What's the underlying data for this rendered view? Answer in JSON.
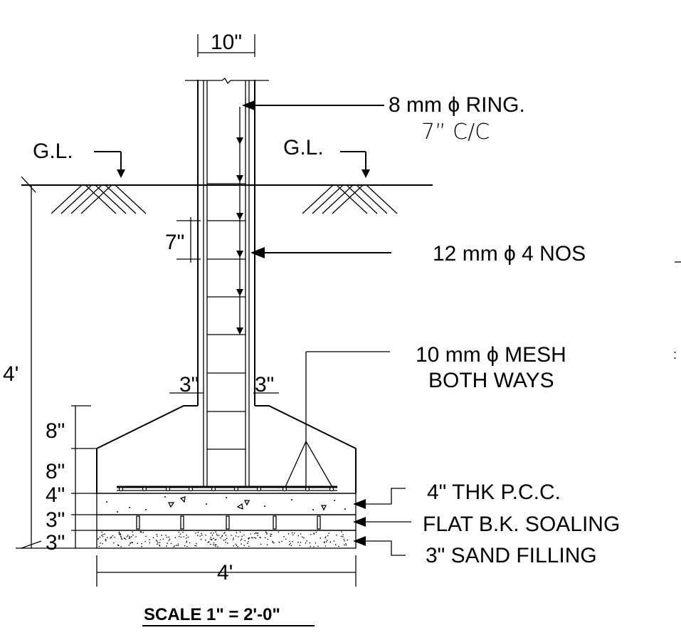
{
  "labels": {
    "ring": "8 mm ϕ RING.",
    "ring_spacing": "7”  C/C",
    "gl_left": "G.L.",
    "gl_right": "G.L.",
    "main_bars": "12 mm ϕ 4 NOS",
    "mesh_line1": "10 mm ϕ MESH",
    "mesh_line2": "BOTH WAYS",
    "pcc": "4\" THK P.C.C.",
    "soling": "FLAT B.K. SOALING",
    "sand": "3\" SAND FILLING",
    "scale": "SCALE  1\" = 2'-0\""
  },
  "dimensions": {
    "column_width": "10\"",
    "ring_pitch": "7\"",
    "total_depth": "4'",
    "cover_left": "3\"",
    "cover_right": "3\"",
    "slope_height": "8\"",
    "footing_depth": "8\"",
    "pcc_thk": "4\"",
    "soling_thk": "3\"",
    "sand_thk": "3\"",
    "footing_width": "4'"
  }
}
